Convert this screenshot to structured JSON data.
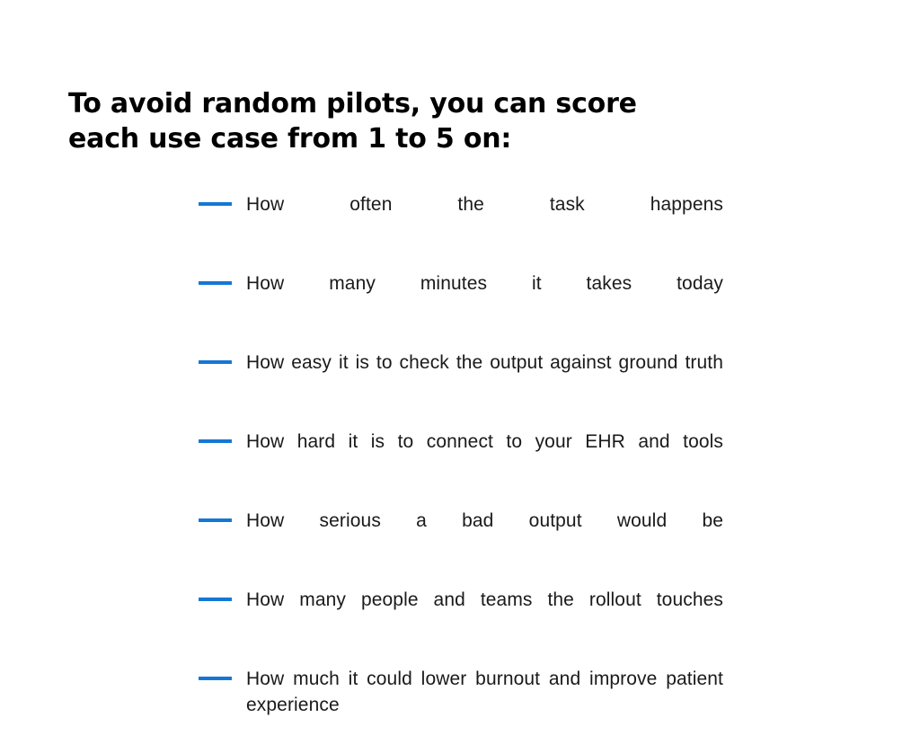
{
  "slide": {
    "background_color": "#ffffff",
    "accent_color": "#1577d4",
    "text_color": "#1a1a1a",
    "heading_color": "#000000"
  },
  "heading": {
    "text": "To avoid random pilots, you can score\neach use case from 1 to 5 on:"
  },
  "criteria": {
    "bullet_icon": "blue-dash-icon",
    "items": [
      {
        "label": "How often the task happens"
      },
      {
        "label": "How many minutes it takes today"
      },
      {
        "label": "How easy it is to check the output against ground truth"
      },
      {
        "label": "How hard it is to connect to your EHR and tools"
      },
      {
        "label": "How serious a bad output would be"
      },
      {
        "label": "How many people and teams the rollout touches"
      },
      {
        "label": "How much it could lower burnout and improve patient experience"
      }
    ]
  }
}
